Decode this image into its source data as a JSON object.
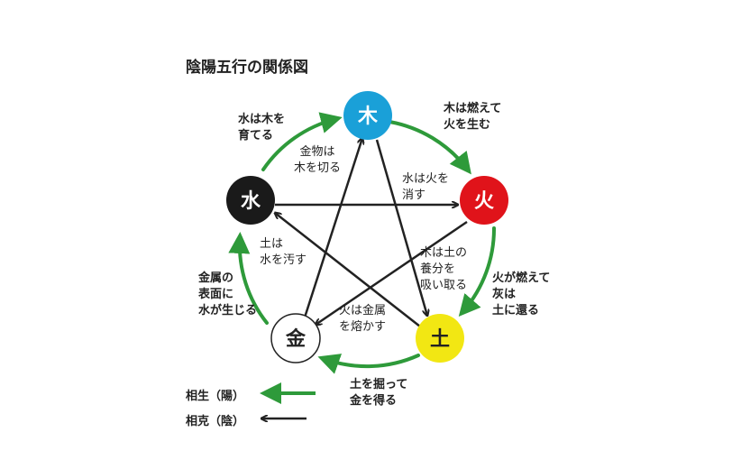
{
  "title": "陰陽五行の関係図",
  "colors": {
    "wood": "#1aa0d8",
    "fire": "#e0131a",
    "earth": "#f2e713",
    "metal": "#ffffff",
    "water": "#1a1a1a",
    "generate": "#2e9a3a",
    "overcome": "#222222"
  },
  "nodes": {
    "wood": "木",
    "fire": "火",
    "earth": "土",
    "metal": "金",
    "water": "水"
  },
  "generating_labels": {
    "wood_fire": [
      "木は燃えて",
      "火を生む"
    ],
    "fire_earth": [
      "火が燃えて",
      "灰は",
      "土に還る"
    ],
    "earth_metal": [
      "土を掘って",
      "金を得る"
    ],
    "metal_water": [
      "金属の",
      "表面に",
      "水が生じる"
    ],
    "water_wood": [
      "水は木を",
      "育てる"
    ]
  },
  "overcoming_labels": {
    "metal_wood": [
      "金物は",
      "木を切る"
    ],
    "water_fire": [
      "水は火を",
      "消す"
    ],
    "wood_earth": [
      "木は土の",
      "養分を",
      "吸い取る"
    ],
    "fire_metal": [
      "火は金属",
      "を熔かす"
    ],
    "earth_water": [
      "土は",
      "水を汚す"
    ]
  },
  "legend": {
    "generate": "相生（陽）",
    "overcome": "相克（陰）"
  }
}
